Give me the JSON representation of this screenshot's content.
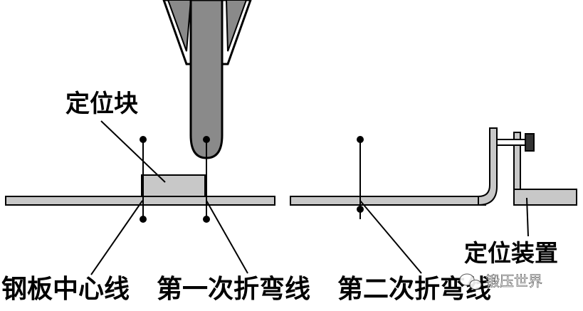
{
  "labels": {
    "positioning_block": "定位块",
    "positioning_device": "定位装置",
    "plate_center_line": "钢板中心线",
    "first_bend_line": "第一次折弯线",
    "second_bend_line": "第二次折弯线"
  },
  "watermark": {
    "text": "锻压世界",
    "icon": "wechat-bubble-icon"
  },
  "colors": {
    "part_fill": "#c8c8c8",
    "punch_fill": "#8a8a8a",
    "line": "#000000"
  }
}
